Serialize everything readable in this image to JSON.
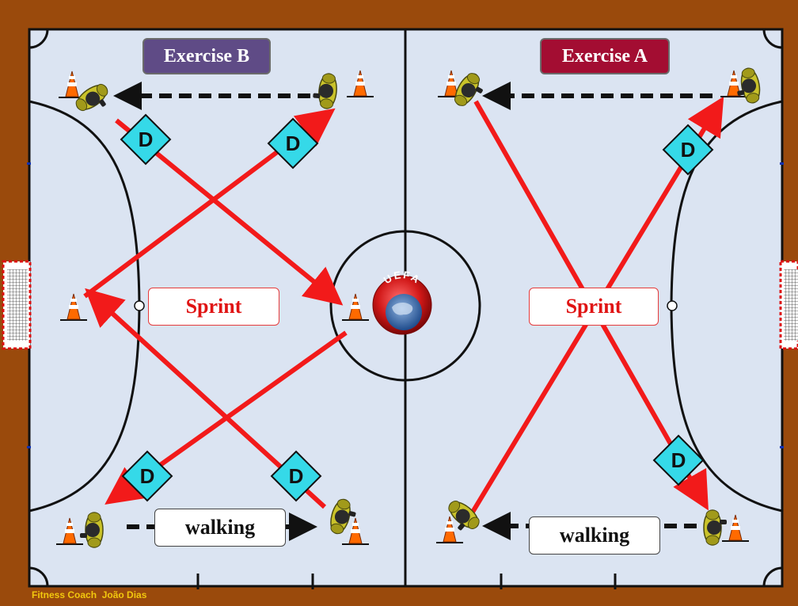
{
  "exercises": {
    "b": {
      "title": "Exercise B",
      "sprint_label": "Sprint",
      "walking_label": "walking"
    },
    "a": {
      "title": "Exercise A",
      "sprint_label": "Sprint",
      "walking_label": "walking"
    }
  },
  "marker_letter": "D",
  "logo_text": "UEFA",
  "credit": "Fitness Coach  João Dias",
  "colors": {
    "border": "#9a4a0c",
    "field": "#dbe4f2",
    "sprint_arrow": "#f21a1a",
    "walking_arrow": "#111111",
    "marker": "#35d9e8",
    "exercise_b_badge": "#5f4b86",
    "exercise_a_badge": "#a30d32",
    "player": "#c9c22a",
    "cone": "#ff6a00"
  }
}
